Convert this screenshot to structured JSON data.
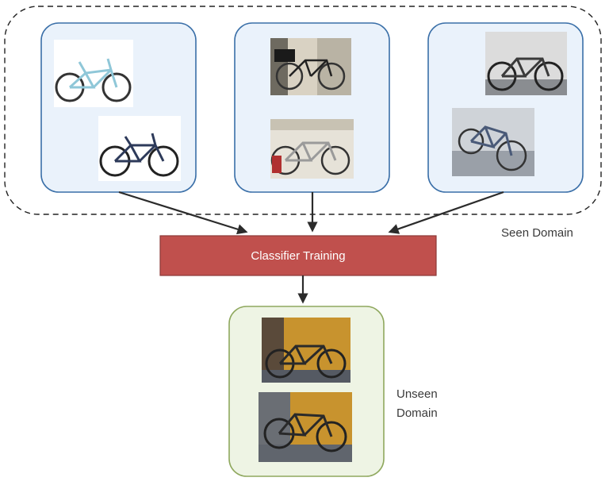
{
  "diagram": {
    "classifier": {
      "label": "Classifier Training"
    },
    "seen_domain": {
      "label": "Seen Domain",
      "photos": [
        "bicycle-photo",
        "bicycle-photo",
        "bicycle-photo",
        "bicycle-photo",
        "bicycle-photo",
        "bicycle-photo"
      ]
    },
    "unseen_domain": {
      "label_line1": "Unseen",
      "label_line2": "Domain",
      "photos": [
        "bicycle-photo",
        "bicycle-photo"
      ]
    }
  },
  "colors": {
    "classifier_fill": "#c0504d",
    "classifier_border": "#8c3a38",
    "seen_box_fill": "#eaf2fb",
    "seen_box_border": "#3a6fa8",
    "unseen_box_fill": "#eef4e4",
    "unseen_box_border": "#8fa85e",
    "arrow": "#2b2b2b"
  }
}
